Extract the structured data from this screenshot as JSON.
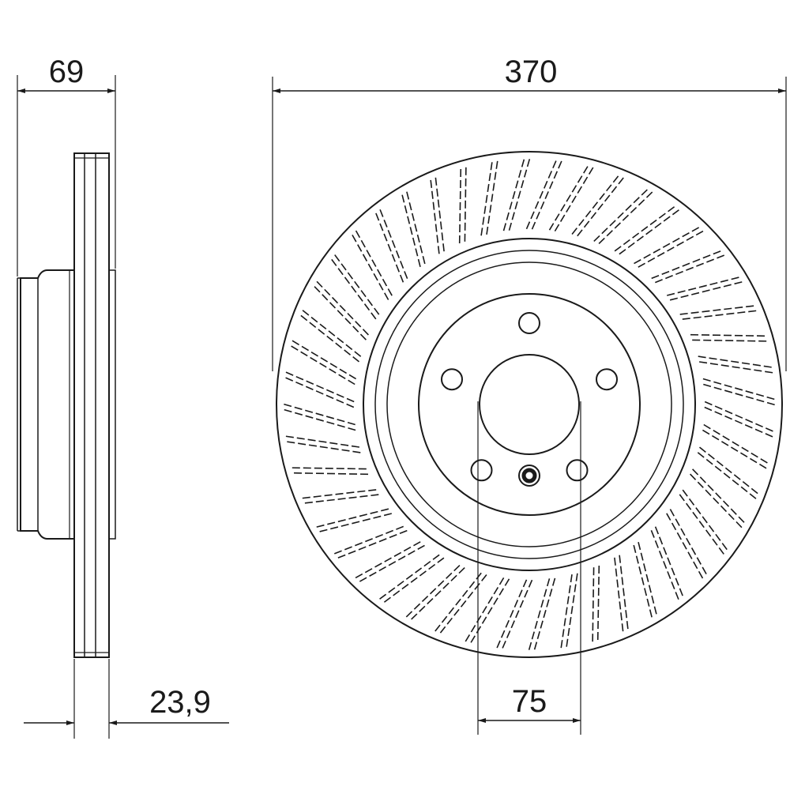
{
  "dimensions": {
    "hub_height": "69",
    "outer_diameter": "370",
    "disc_thickness": "23,9",
    "bolt_pitch": "75"
  },
  "drawing": {
    "bolt_holes": 5,
    "vent_slots": 48,
    "line_color": "#1a1a1a"
  }
}
